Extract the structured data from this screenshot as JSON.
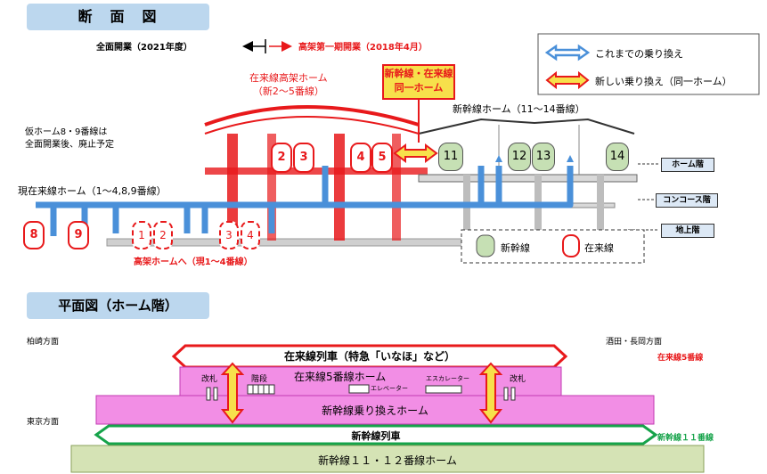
{
  "section_tabs": {
    "cross_section": "断　面　図",
    "plan_view": "平面図（ホーム階）"
  },
  "timeline": {
    "full_opening": "全面開業（2021年度）",
    "first_phase": "高架第一期開業（2018年4月）"
  },
  "legend": {
    "existing_transfer": "これまでの乗り換え",
    "new_transfer": "新しい乗り換え（同一ホーム）"
  },
  "cross_section": {
    "elevated_platform": "在来線高架ホーム\n（新2～5番線）",
    "same_platform_badge": "新幹線・在来線\n同一ホーム",
    "shinkansen_platform": "新幹線ホーム（11～14番線）",
    "temp_platform_note": "仮ホーム8・9番線は\n全面開業後、廃止予定",
    "current_platform": "現在来線ホーム（1～4,8,9番線）",
    "to_elevated": "高架ホームへ（現1～4番線）",
    "floor_platform": "ホーム階",
    "floor_concourse": "コンコース階",
    "floor_ground": "地上階",
    "key_shinkansen": "新幹線",
    "key_conventional": "在来線",
    "tracks_red": [
      "2",
      "3",
      "4",
      "5"
    ],
    "tracks_green": [
      "11",
      "12",
      "13",
      "14"
    ],
    "tracks_ground": [
      "8",
      "9"
    ],
    "tracks_ground_dashed": [
      "1",
      "2",
      "3",
      "4"
    ]
  },
  "plan": {
    "left_direction_top": "柏崎方面",
    "right_direction_top": "酒田・長岡方面",
    "left_direction_bottom": "東京方面",
    "conventional_train": "在来線列車（特急「いなほ」など）",
    "conventional_track_label": "在来線5番線",
    "platform_5": "在来線5番線ホーム",
    "ticket_gate_left": "改札",
    "ticket_gate_right": "改札",
    "stairs": "階段",
    "elevator": "エレベーター",
    "escalator": "エスカレーター",
    "transfer_platform": "新幹線乗り換えホーム",
    "shinkansen_train": "新幹線列車",
    "shinkansen_track_label": "新幹線１１番線",
    "platform_11_12": "新幹線１１・１２番線ホーム"
  },
  "colors": {
    "red": "#e8191b",
    "blue_arrow": "#4a90d9",
    "yellow": "#f7e04b",
    "green_track": "#c6e0b4",
    "green_arrow": "#16a34a",
    "pink_platform": "#f28ee5",
    "olive_platform": "#d5e3b5",
    "tab_blue": "#bcd7ee"
  }
}
